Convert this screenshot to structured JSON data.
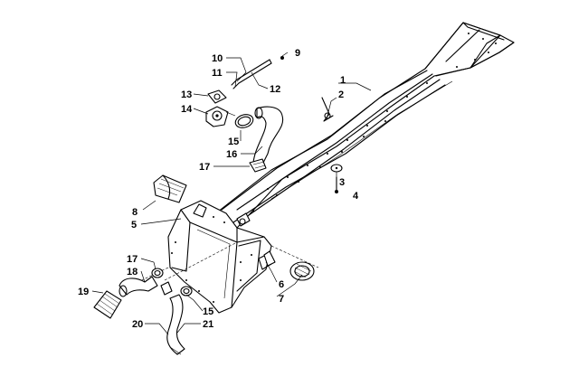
{
  "diagram": {
    "callouts": {
      "c1": "1",
      "c2": "2",
      "c3": "3",
      "c4": "4",
      "c5": "5",
      "c6": "6",
      "c7": "7",
      "c8": "8",
      "c9": "9",
      "c10": "10",
      "c11": "11",
      "c12": "12",
      "c13": "13",
      "c14": "14",
      "c15a": "15",
      "c15b": "15",
      "c16": "16",
      "c17a": "17",
      "c17b": "17",
      "c18": "18",
      "c19": "19",
      "c20": "20",
      "c21": "21"
    }
  }
}
